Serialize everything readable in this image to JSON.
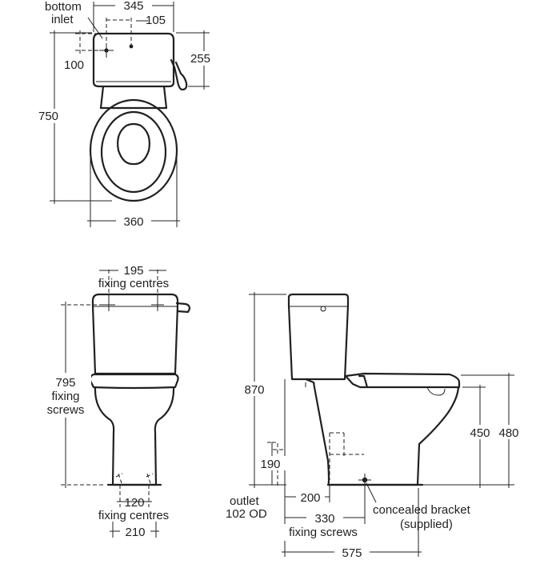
{
  "diagram": {
    "top_view": {
      "label_bottom_inlet_1": "bottom",
      "label_bottom_inlet_2": "inlet",
      "dim_width_tank": "345",
      "dim_inlet_offset": "105",
      "dim_inlet_depth": "100",
      "dim_tank_depth": "255",
      "dim_total_length": "750",
      "dim_bowl_width": "360"
    },
    "front_view": {
      "dim_top_fixing": "195",
      "label_top_fixing": "fixing centres",
      "dim_screw_height": "795",
      "label_screws_1": "fixing",
      "label_screws_2": "screws",
      "dim_bottom_fixing": "120",
      "label_bottom_fixing": "fixing centres",
      "dim_base_width": "210"
    },
    "side_view": {
      "dim_total_height": "870",
      "dim_inlet_height": "190",
      "dim_outlet_offset": "200",
      "label_outlet_1": "outlet",
      "label_outlet_2": "102 OD",
      "dim_screw_spacing": "330",
      "label_fixing_screws": "fixing screws",
      "dim_total_depth": "575",
      "dim_pan_height": "450",
      "dim_seat_height": "480",
      "label_bracket_1": "concealed bracket",
      "label_bracket_2": "(supplied)"
    }
  }
}
